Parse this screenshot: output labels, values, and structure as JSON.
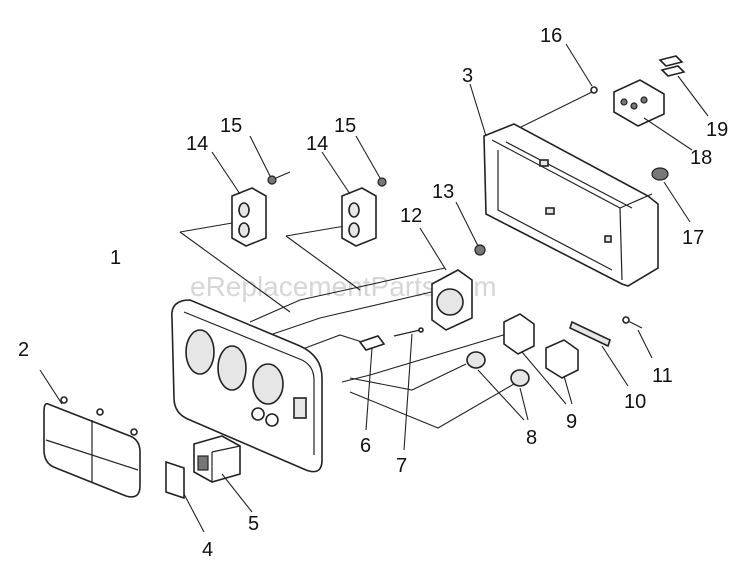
{
  "watermark": "eReplacementParts.com",
  "callouts": [
    {
      "id": "1",
      "text": "1"
    },
    {
      "id": "2",
      "text": "2"
    },
    {
      "id": "3",
      "text": "3"
    },
    {
      "id": "4",
      "text": "4"
    },
    {
      "id": "5",
      "text": "5"
    },
    {
      "id": "6",
      "text": "6"
    },
    {
      "id": "7",
      "text": "7"
    },
    {
      "id": "8",
      "text": "8"
    },
    {
      "id": "9",
      "text": "9"
    },
    {
      "id": "10",
      "text": "10"
    },
    {
      "id": "11",
      "text": "11"
    },
    {
      "id": "12",
      "text": "12"
    },
    {
      "id": "13",
      "text": "13"
    },
    {
      "id": "14a",
      "text": "14"
    },
    {
      "id": "14b",
      "text": "14"
    },
    {
      "id": "15a",
      "text": "15"
    },
    {
      "id": "15b",
      "text": "15"
    },
    {
      "id": "16",
      "text": "16"
    },
    {
      "id": "17",
      "text": "17"
    },
    {
      "id": "18",
      "text": "18"
    },
    {
      "id": "19",
      "text": "19"
    }
  ]
}
